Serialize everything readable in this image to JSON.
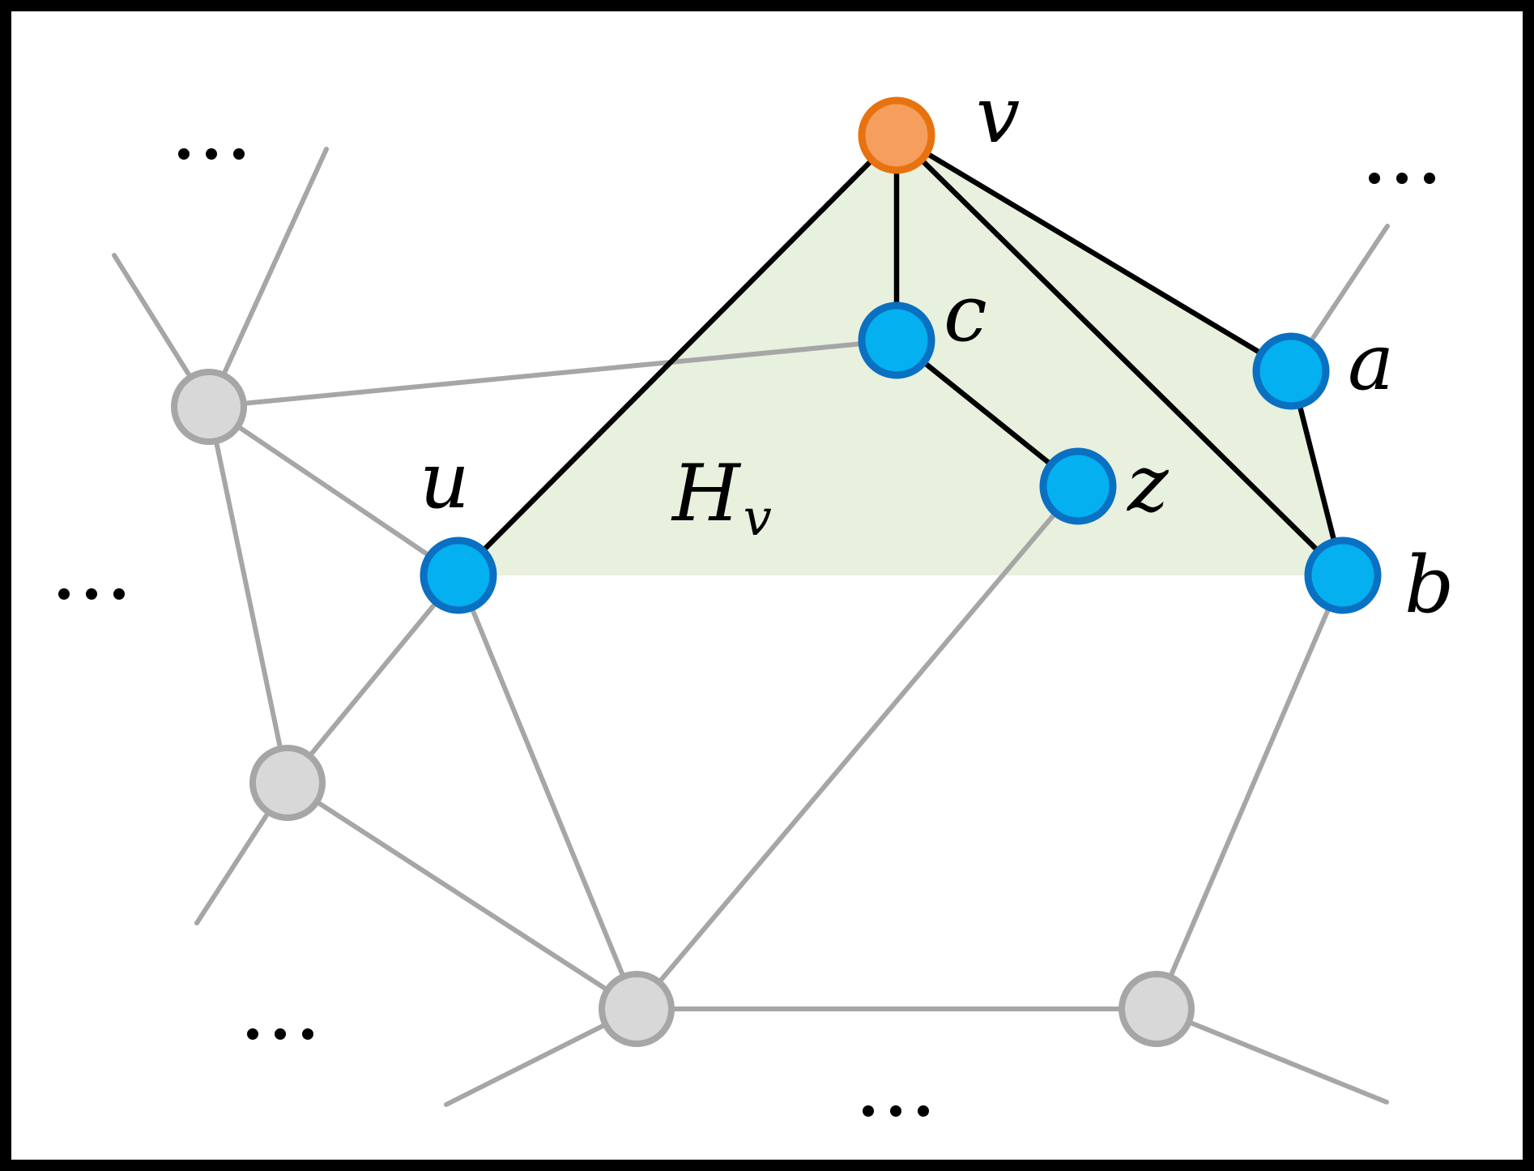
{
  "labels": {
    "v": "v",
    "c": "c",
    "a": "a",
    "u": "u",
    "z": "z",
    "b": "b",
    "region_main": "H",
    "region_sub": "v"
  },
  "colors": {
    "highlight_node_fill": "#f59e5e",
    "highlight_node_stroke": "#e8720f",
    "subgraph_node_fill": "#04b0ef",
    "subgraph_node_stroke": "#0a70c2",
    "other_node_fill": "#d8d8d8",
    "other_node_stroke": "#a6a6a6",
    "subgraph_edge": "#000000",
    "other_edge": "#a6a6a6",
    "region_fill": "#e8f0de"
  }
}
